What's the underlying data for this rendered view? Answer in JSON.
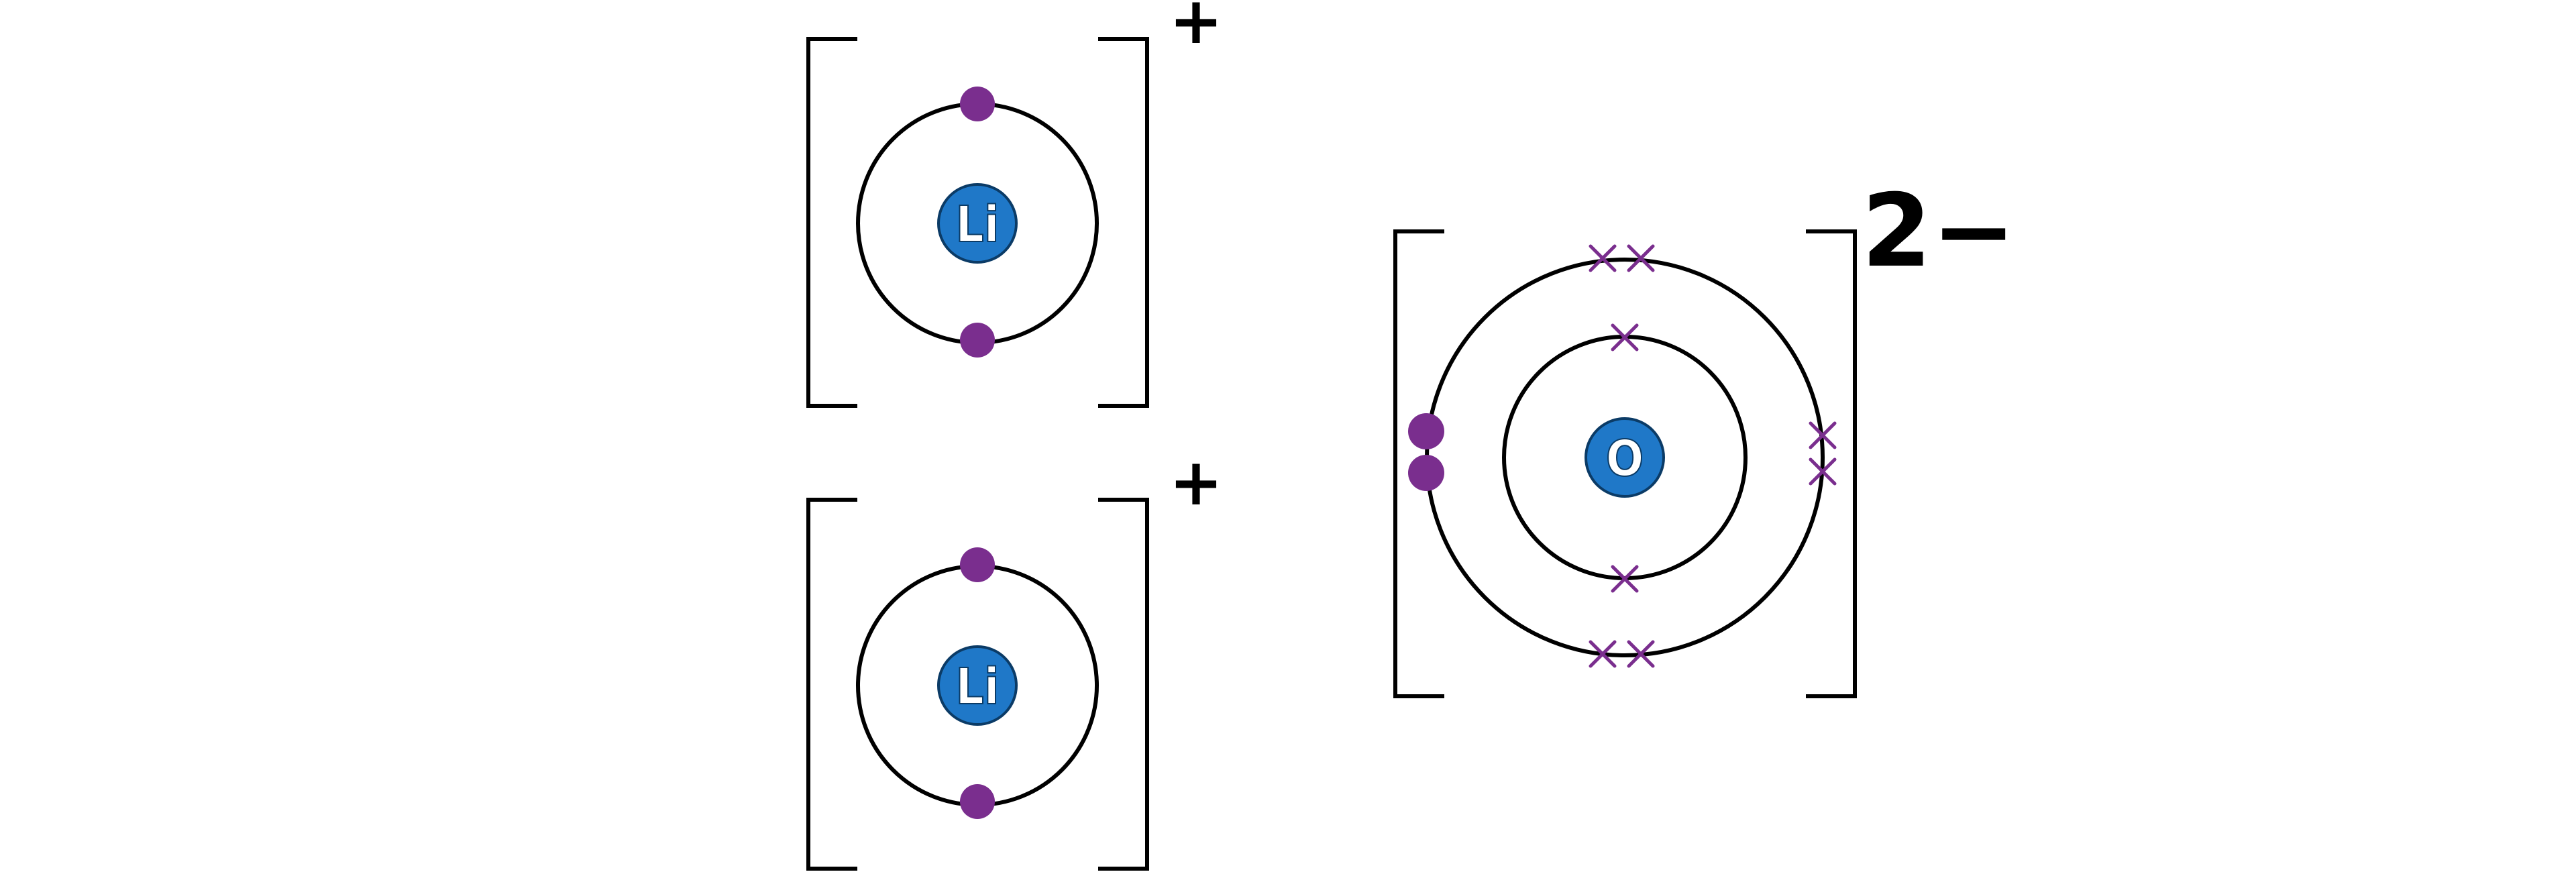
{
  "ions": [
    {
      "symbol": "Li",
      "charge": "+",
      "shells": [
        {
          "electrons": [
            "dot",
            "dot"
          ]
        }
      ]
    },
    {
      "symbol": "Li",
      "charge": "+",
      "shells": [
        {
          "electrons": [
            "dot",
            "dot"
          ]
        }
      ]
    },
    {
      "symbol": "O",
      "charge": "2−",
      "shells": [
        {
          "electrons": [
            "cross",
            "cross"
          ]
        },
        {
          "electrons": [
            "cross",
            "cross",
            "cross",
            "cross",
            "cross",
            "cross",
            "dot",
            "dot"
          ]
        }
      ]
    }
  ],
  "colors": {
    "electron": "#7a2e8e",
    "nucleus": "#1f78c8",
    "outline": "#000000"
  }
}
